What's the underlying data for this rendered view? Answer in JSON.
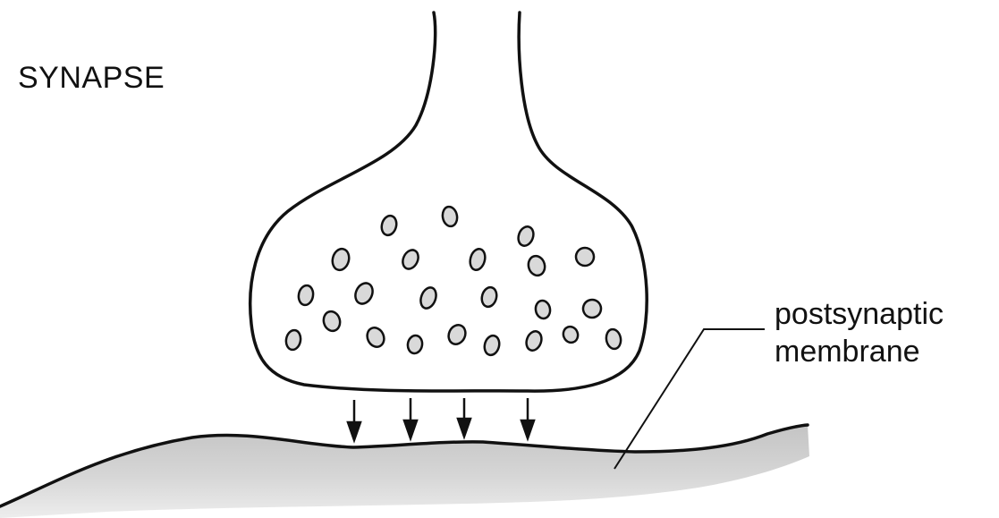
{
  "diagram": {
    "title": "SYNAPSE",
    "membrane_label": {
      "line1": "postsynaptic",
      "line2": "membrane"
    }
  },
  "colors": {
    "ink": "#111111",
    "membrane_fill": "#cfcfcf",
    "vesicle_fill": "#d9d9d9",
    "background": "#ffffff"
  }
}
